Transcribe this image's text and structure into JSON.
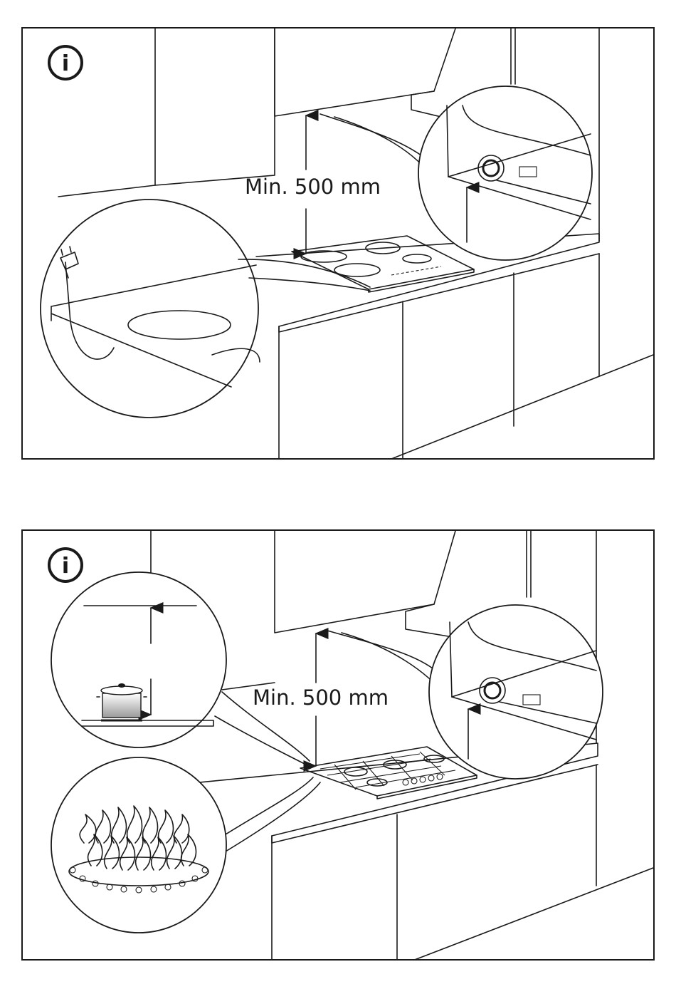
{
  "panels": [
    {
      "id": "induction-hob",
      "info_icon": "i",
      "dimension_label": "Min. 500 mm"
    },
    {
      "id": "gas-hob",
      "info_icon": "i",
      "dimension_label": "Min. 500 mm"
    }
  ],
  "icons": [
    "info-icon",
    "up-arrow-icon",
    "plug-icon",
    "pot-icon",
    "flame-icon"
  ],
  "colors": {
    "ink": "#1a1a1a",
    "background": "#ffffff"
  }
}
